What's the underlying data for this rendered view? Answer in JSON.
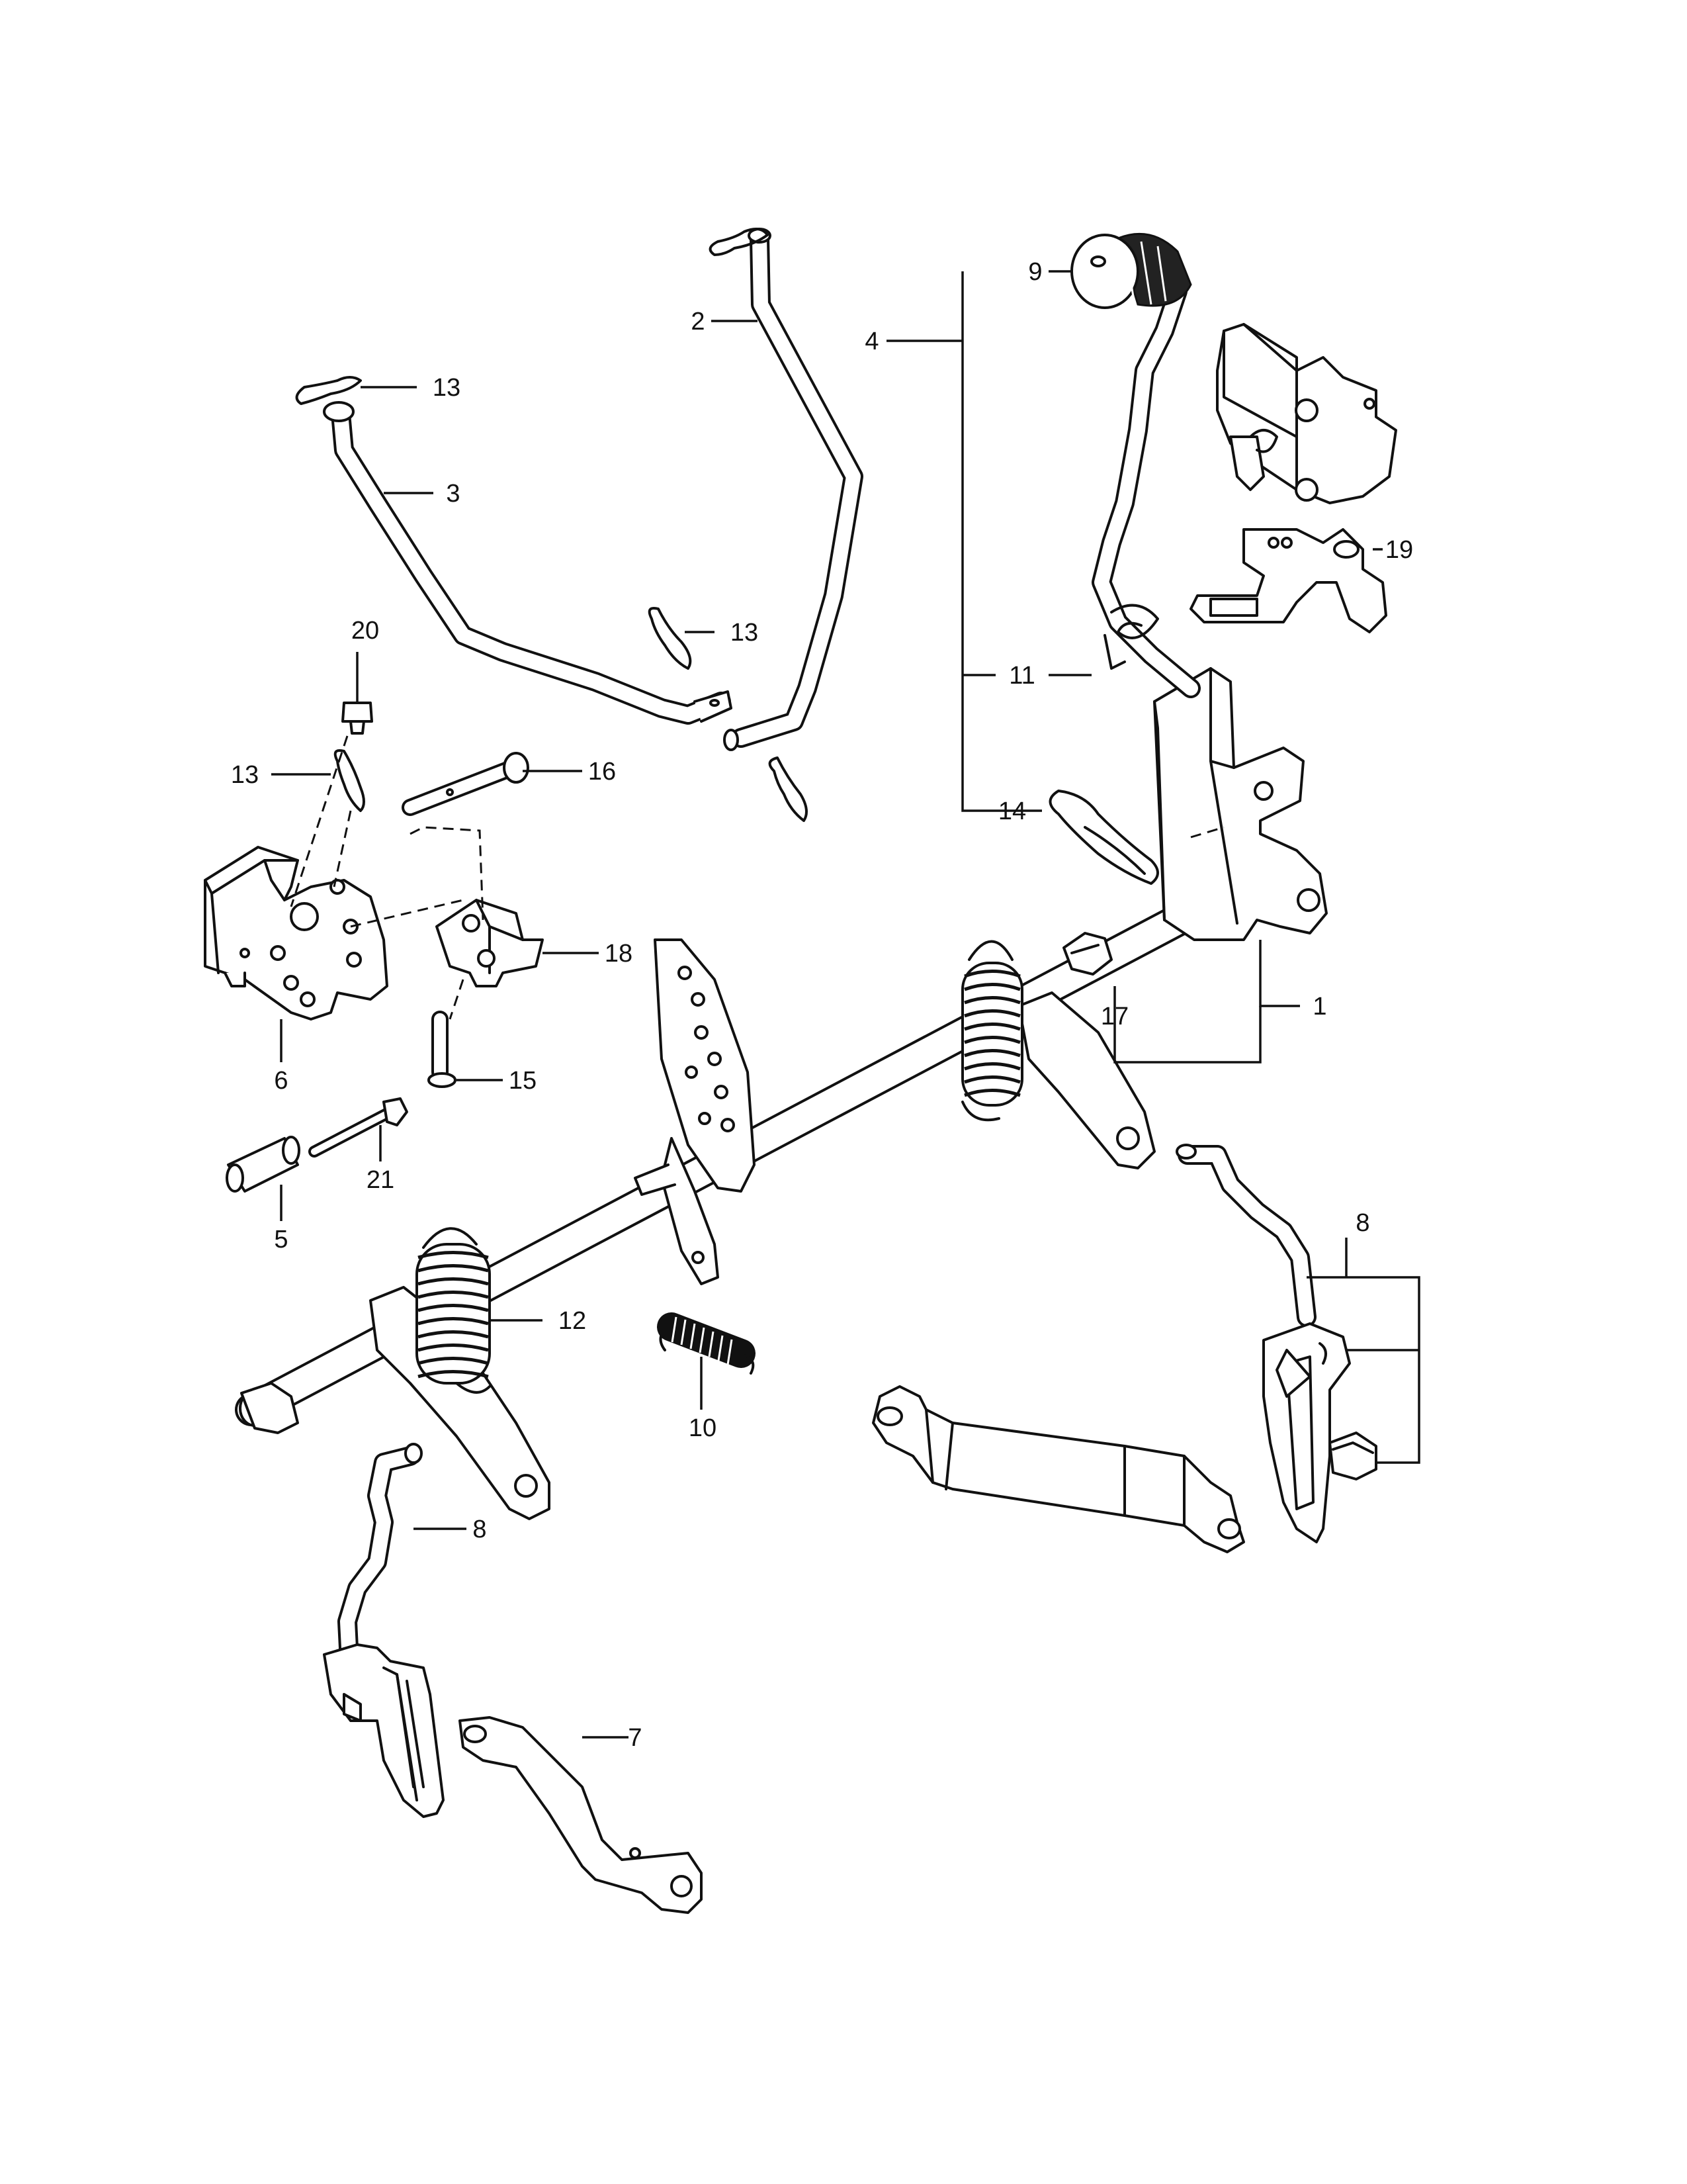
{
  "diagram": {
    "colors": {
      "ink": "#111111",
      "background": "#ffffff"
    },
    "callouts": [
      {
        "id": "c1",
        "label": "1"
      },
      {
        "id": "c2",
        "label": "2"
      },
      {
        "id": "c3",
        "label": "3"
      },
      {
        "id": "c4",
        "label": "4"
      },
      {
        "id": "c5",
        "label": "5"
      },
      {
        "id": "c6",
        "label": "6"
      },
      {
        "id": "c7",
        "label": "7"
      },
      {
        "id": "c8a",
        "label": "8"
      },
      {
        "id": "c8b",
        "label": "8"
      },
      {
        "id": "c9",
        "label": "9"
      },
      {
        "id": "c10",
        "label": "10"
      },
      {
        "id": "c11",
        "label": "11"
      },
      {
        "id": "c12",
        "label": "12"
      },
      {
        "id": "c13a",
        "label": "13"
      },
      {
        "id": "c13b",
        "label": "13"
      },
      {
        "id": "c13c",
        "label": "13"
      },
      {
        "id": "c14",
        "label": "14"
      },
      {
        "id": "c15",
        "label": "15"
      },
      {
        "id": "c16",
        "label": "16"
      },
      {
        "id": "c17",
        "label": "17"
      },
      {
        "id": "c18",
        "label": "18"
      },
      {
        "id": "c19",
        "label": "19"
      },
      {
        "id": "c20",
        "label": "20"
      },
      {
        "id": "c21",
        "label": "21"
      }
    ]
  }
}
